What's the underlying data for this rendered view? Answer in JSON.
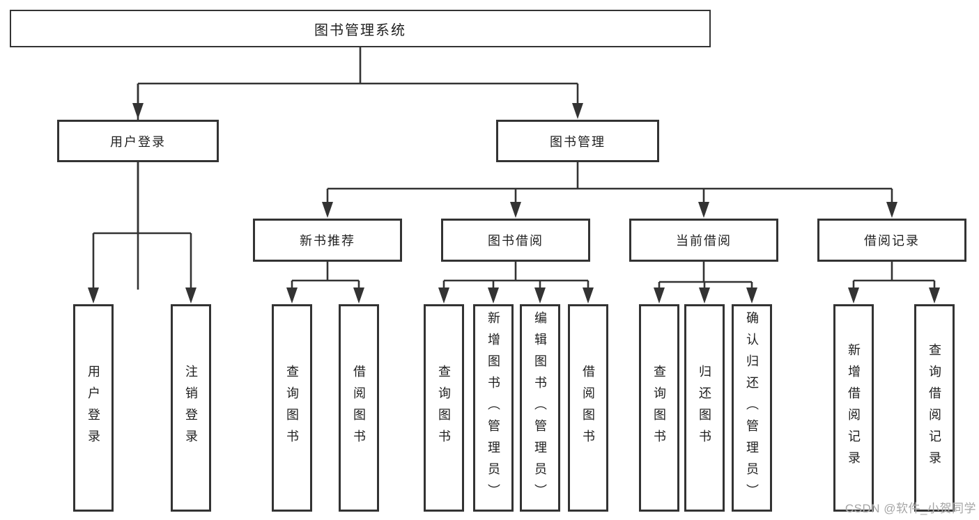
{
  "title": "图书管理系统",
  "tree": {
    "user_login": {
      "label": "用户登录",
      "children": {
        "login": "用户登录",
        "logout": "注销登录"
      }
    },
    "book_mgmt": {
      "label": "图书管理",
      "children": {
        "new_book": {
          "label": "新书推荐",
          "children": {
            "query": "查询图书",
            "borrow": "借阅图书"
          }
        },
        "borrowing": {
          "label": "图书借阅",
          "children": {
            "query": "查询图书",
            "add": "新增图书（管理员）",
            "edit": "编辑图书（管理员）",
            "borrow": "借阅图书"
          }
        },
        "current": {
          "label": "当前借阅",
          "children": {
            "query": "查询图书",
            "return": "归还图书",
            "confirm": "确认归还（管理员）"
          }
        },
        "records": {
          "label": "借阅记录",
          "children": {
            "add": "新增借阅记录",
            "query": "查询借阅记录"
          }
        }
      }
    }
  },
  "watermark": "CSDN @软件_小贺同学",
  "colors": {
    "line": "#333333",
    "box_border": "#333333",
    "text": "#1f1f1f",
    "watermark": "#a6a6a6",
    "background": "#ffffff"
  }
}
